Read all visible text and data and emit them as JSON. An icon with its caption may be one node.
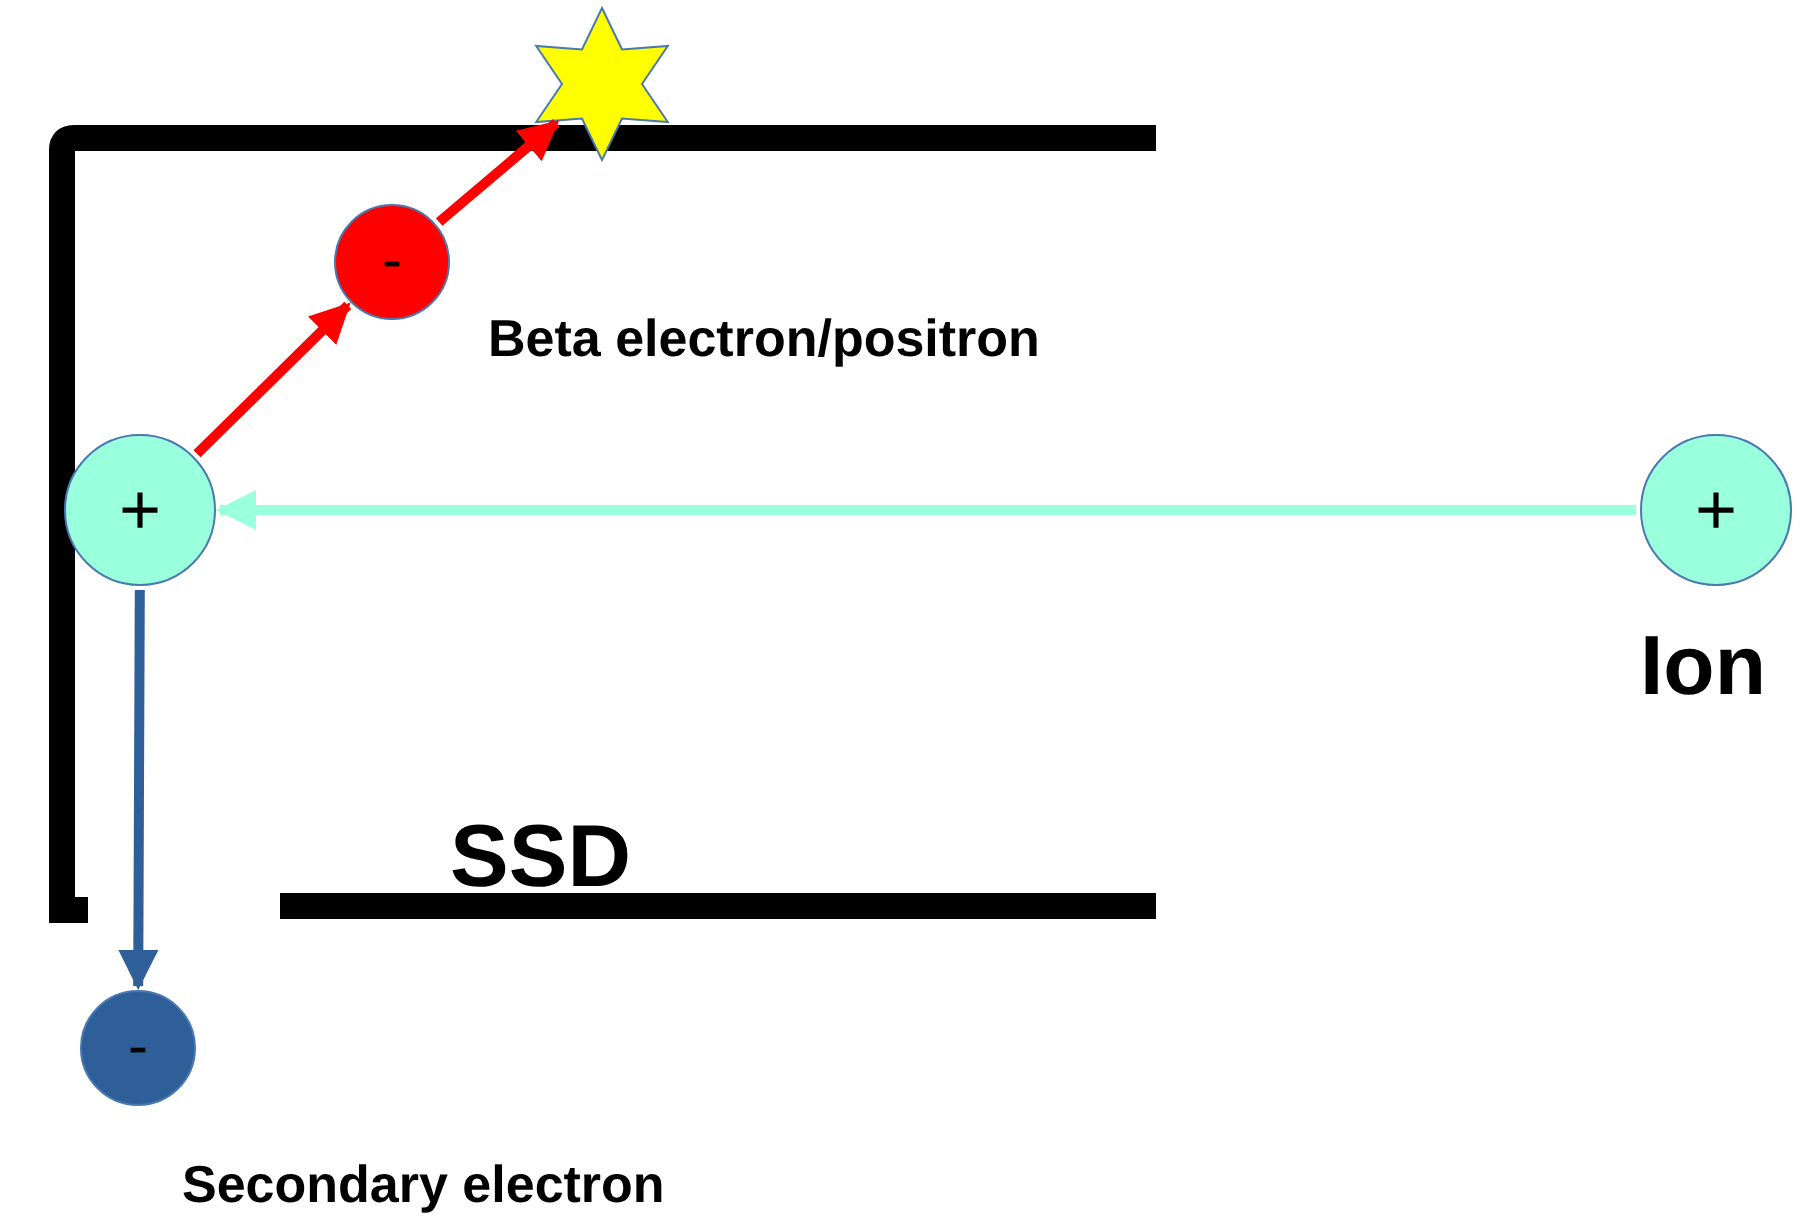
{
  "diagram": {
    "nodes": [
      {
        "text": [
          "+"
        ],
        "beside": [
          "Ion"
        ]
      },
      {
        "text": [
          "+"
        ]
      },
      {
        "text": [
          "-"
        ],
        "beside": [
          "Beta electron/positron"
        ]
      },
      {
        "text": [],
        "shape": "star"
      },
      {
        "text": [
          "-"
        ],
        "beside": [
          "Secondary electron"
        ]
      }
    ],
    "edges": [
      {
        "from": 0,
        "to": 1,
        "arrow": "to",
        "color": "#99ffdd"
      },
      {
        "from": 1,
        "to": 2,
        "arrow": "to",
        "color": "#ff0000"
      },
      {
        "from": 2,
        "to": 3,
        "arrow": "to",
        "color": "#ff0000"
      },
      {
        "from": 1,
        "to": 4,
        "arrow": "to",
        "color": "#2e5f99"
      }
    ],
    "labels": [
      "SSD"
    ]
  }
}
